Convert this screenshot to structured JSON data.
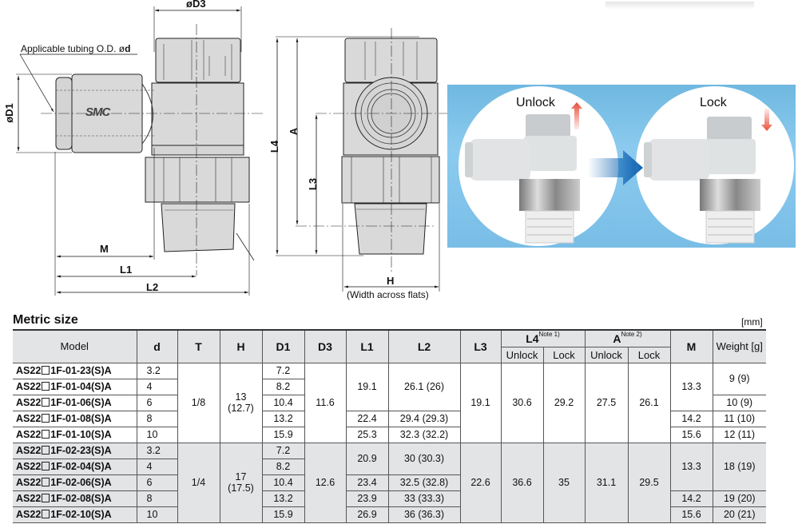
{
  "drawing_left": {
    "labels": {
      "d3": "øD3",
      "tubing": "Applicable tubing O.D. ø",
      "tubing_bold": "d",
      "d1": "øD1",
      "m": "M",
      "l1": "L1",
      "l2": "L2",
      "logo": "SMC"
    }
  },
  "drawing_right": {
    "labels": {
      "l4": "L4",
      "a": "A",
      "l3": "L3",
      "h": "H",
      "h_note": "(Width across flats)"
    }
  },
  "photo": {
    "unlock_label": "Unlock",
    "lock_label": "Lock",
    "arrow_color": "#0a5fb0",
    "indicator_color": "#e8503a",
    "background_color": "#7cc1e8"
  },
  "section": {
    "title": "Metric size",
    "unit": "[mm]"
  },
  "table": {
    "headers": {
      "model": "Model",
      "d": "d",
      "t": "T",
      "h": "H",
      "d1": "D1",
      "d3": "D3",
      "l1": "L1",
      "l2": "L2",
      "l3": "L3",
      "l4": "L4",
      "l4_note": "Note 1)",
      "a": "A",
      "a_note": "Note 2)",
      "unlock": "Unlock",
      "lock": "Lock",
      "m": "M",
      "weight": "Weight [g]"
    },
    "model_prefix": "AS22",
    "rows": [
      {
        "model_suffix": "1F-01-23(S)A",
        "d": "3.2",
        "d1": "7.2"
      },
      {
        "model_suffix": "1F-01-04(S)A",
        "d": "4",
        "d1": "8.2"
      },
      {
        "model_suffix": "1F-01-06(S)A",
        "d": "6",
        "d1": "10.4"
      },
      {
        "model_suffix": "1F-01-08(S)A",
        "d": "8",
        "d1": "13.2"
      },
      {
        "model_suffix": "1F-01-10(S)A",
        "d": "10",
        "d1": "15.9"
      },
      {
        "model_suffix": "1F-02-23(S)A",
        "d": "3.2",
        "d1": "7.2"
      },
      {
        "model_suffix": "1F-02-04(S)A",
        "d": "4",
        "d1": "8.2"
      },
      {
        "model_suffix": "1F-02-06(S)A",
        "d": "6",
        "d1": "10.4"
      },
      {
        "model_suffix": "1F-02-08(S)A",
        "d": "8",
        "d1": "13.2"
      },
      {
        "model_suffix": "1F-02-10(S)A",
        "d": "10",
        "d1": "15.9"
      }
    ],
    "group1": {
      "t": "1/8",
      "h": "13",
      "h_paren": "(12.7)",
      "d3": "11.6",
      "l1_a": "19.1",
      "l1_b": "22.4",
      "l1_c": "25.3",
      "l2_a": "26.1 (26)",
      "l2_b": "29.4 (29.3)",
      "l2_c": "32.3 (32.2)",
      "l3": "19.1",
      "l4_unlock": "30.6",
      "l4_lock": "29.2",
      "a_unlock": "27.5",
      "a_lock": "26.1",
      "m_a": "13.3",
      "m_b": "14.2",
      "m_c": "15.6",
      "w_a": "9 (9)",
      "w_b": "10 (9)",
      "w_c": "11 (10)",
      "w_d": "12 (11)"
    },
    "group2": {
      "t": "1/4",
      "h": "17",
      "h_paren": "(17.5)",
      "d3": "12.6",
      "l1_a": "20.9",
      "l1_b": "23.4",
      "l1_c": "23.9",
      "l1_d": "26.9",
      "l2_a": "30 (30.3)",
      "l2_b": "32.5 (32.8)",
      "l2_c": "33 (33.3)",
      "l2_d": "36 (36.3)",
      "l3": "22.6",
      "l4_unlock": "36.6",
      "l4_lock": "35",
      "a_unlock": "31.1",
      "a_lock": "29.5",
      "m_a": "13.3",
      "m_b": "14.2",
      "m_c": "15.6",
      "w_a": "18 (19)",
      "w_b": "19 (20)",
      "w_c": "20 (21)"
    }
  }
}
